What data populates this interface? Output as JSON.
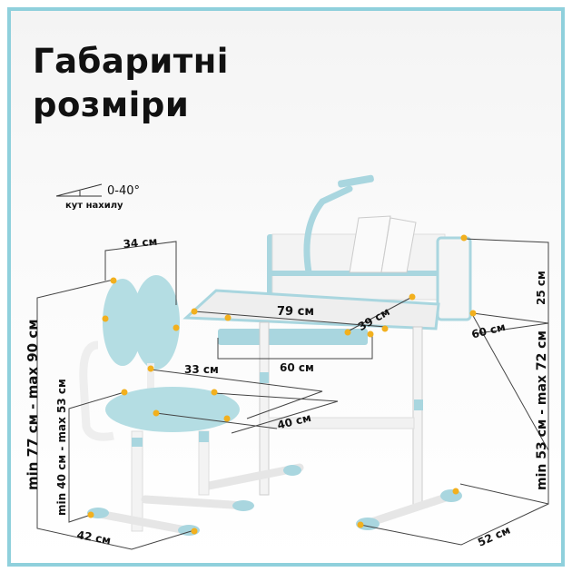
{
  "title": {
    "line1": "Габаритні",
    "line2": "розміри"
  },
  "tilt": {
    "angle": "0-40°",
    "label": "кут нахилу"
  },
  "dimensions": {
    "chair_back_width": "34 см",
    "desk_width": "79 см",
    "desk_depth": "39 см",
    "shelf_height": "25 см",
    "shelf_depth": "60 см",
    "drawer_width": "60 см",
    "seat_depth": "33 см",
    "seat_width": "40 см",
    "chair_height": "min 77 см - max 90 см",
    "seat_height": "min 40 см - max 53 см",
    "desk_height": "min 53 см - max 72 см",
    "chair_base": "42 см",
    "desk_base": "52 см"
  },
  "colors": {
    "frame": "#8fd0dc",
    "furniture_accent": "#a9d6df",
    "upholstery": "#b4dde3",
    "marker": "#f2b01e",
    "line": "#444444"
  }
}
